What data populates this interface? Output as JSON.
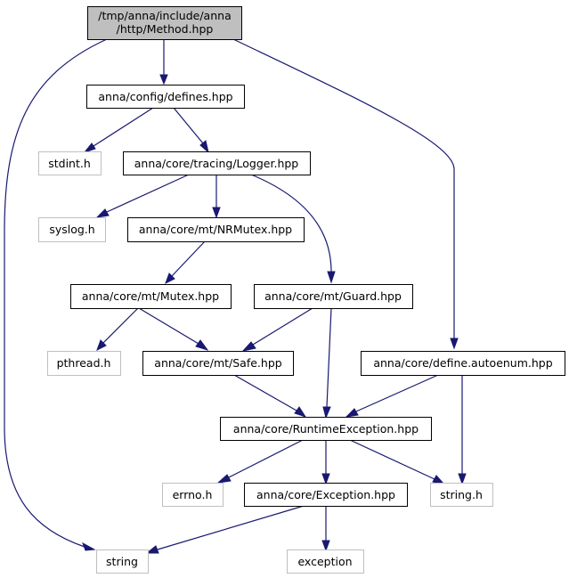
{
  "graph": {
    "edge_color": "#191970",
    "root": {
      "line1": "/tmp/anna/include/anna",
      "line2": "/http/Method.hpp"
    },
    "headers": {
      "defines": "anna/config/defines.hpp",
      "logger": "anna/core/tracing/Logger.hpp",
      "nrmutex": "anna/core/mt/NRMutex.hpp",
      "mutex": "anna/core/mt/Mutex.hpp",
      "guard": "anna/core/mt/Guard.hpp",
      "safe": "anna/core/mt/Safe.hpp",
      "autoenum": "anna/core/define.autoenum.hpp",
      "runtime": "anna/core/RuntimeException.hpp",
      "exception_hpp": "anna/core/Exception.hpp"
    },
    "system": {
      "stdint": "stdint.h",
      "syslog": "syslog.h",
      "pthread": "pthread.h",
      "errno": "errno.h",
      "string_h": "string.h",
      "string": "string",
      "exception": "exception"
    }
  }
}
